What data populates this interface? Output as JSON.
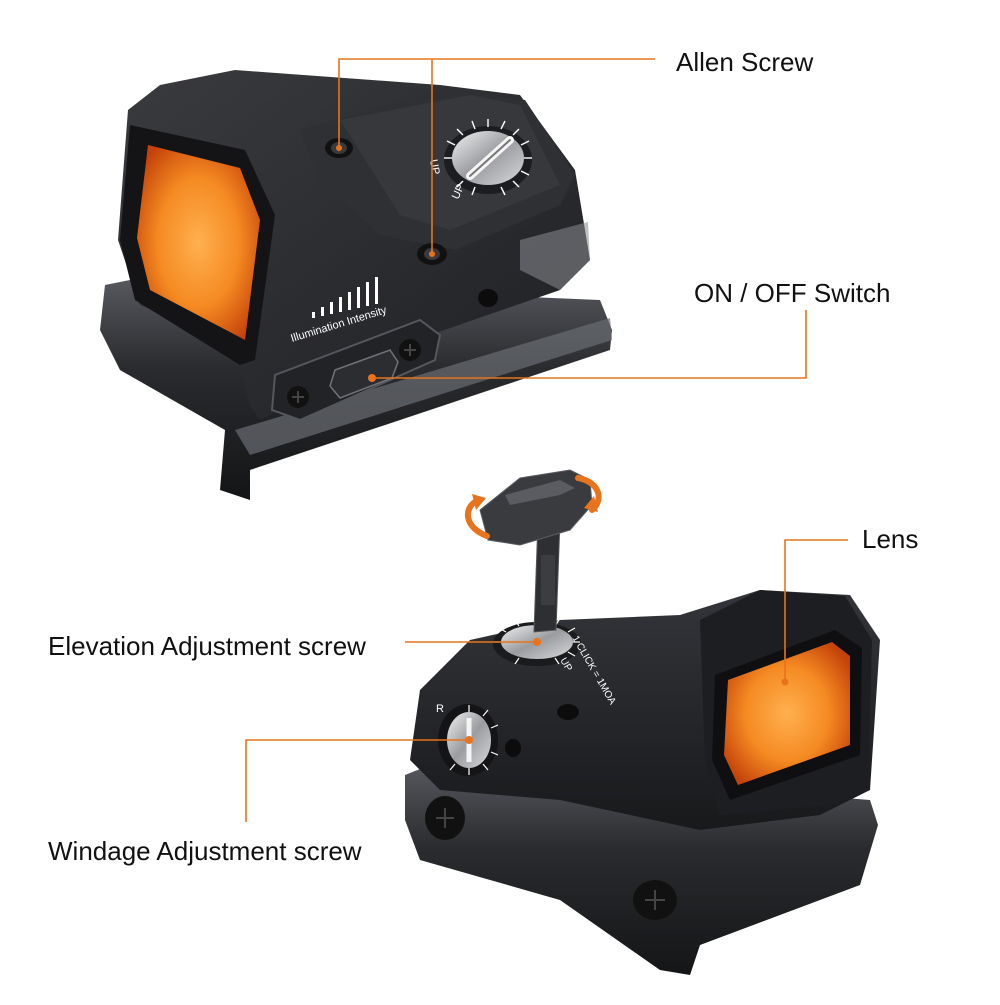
{
  "callouts": {
    "allen_screw": "Allen Screw",
    "on_off_switch": "ON / OFF Switch",
    "lens": "Lens",
    "elevation_screw": "Elevation Adjustment screw",
    "windage_screw": "Windage Adjustment screw"
  },
  "markings": {
    "illumination": "Illumination Intensity",
    "up_top": "UP",
    "up_side": "UP",
    "click_value": "1 CLICK = 1MOA",
    "up_dial": "UP",
    "right": "R"
  },
  "colors": {
    "accent": "#e8731c",
    "body": "#2a2b2e",
    "lens_center": "#ffa640",
    "lens_edge": "#c9480a"
  }
}
